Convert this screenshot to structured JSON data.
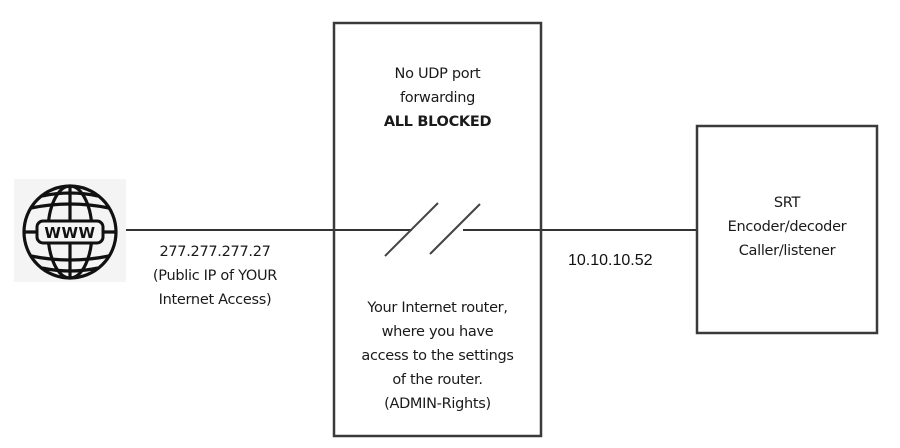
{
  "diagram": {
    "colors": {
      "line": "#333333",
      "box_border": "#3a3a3a",
      "globe_bg": "#f4f4f4",
      "text": "#1a1a1a"
    },
    "internet": {
      "icon": "www-globe-icon",
      "icon_text": "WWW",
      "public_ip": "277.277.277.27",
      "public_ip_note_line1": "(Public IP of YOUR",
      "public_ip_note_line2": "Internet Access)"
    },
    "router": {
      "top_note_line1": "No UDP port",
      "top_note_line2": "forwarding",
      "top_note_line3": "ALL BLOCKED",
      "break_symbol": "//",
      "description_line1": "Your Internet router,",
      "description_line2": "where you have",
      "description_line3": "access to the settings",
      "description_line4": "of the router.",
      "description_line5": "(ADMIN-Rights)"
    },
    "link": {
      "local_ip": "10.10.10.52"
    },
    "srt_device": {
      "line1": "SRT",
      "line2": "Encoder/decoder",
      "line3": "Caller/listener"
    }
  }
}
